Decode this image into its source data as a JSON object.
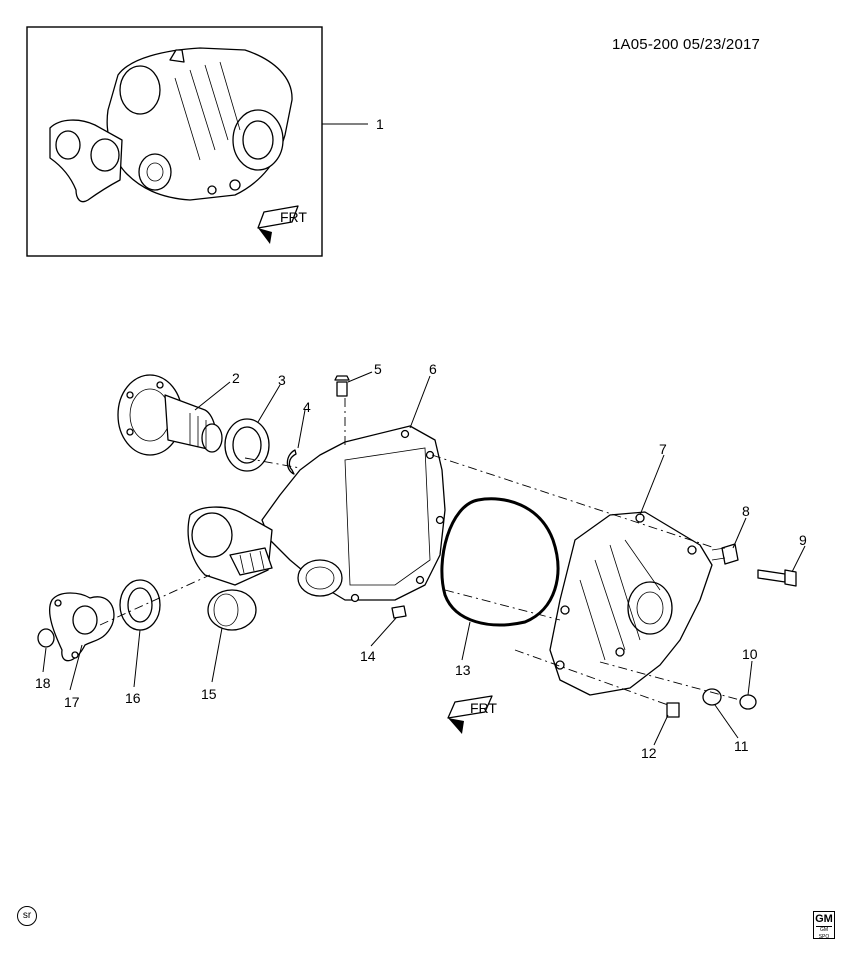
{
  "header": {
    "ref": "1A05-200  05/23/2017"
  },
  "inset": {
    "frt_label": "FRT",
    "callout": "1"
  },
  "frt_label": "FRT",
  "callouts": [
    "2",
    "3",
    "4",
    "5",
    "6",
    "7",
    "8",
    "9",
    "10",
    "11",
    "12",
    "13",
    "14",
    "15",
    "16",
    "17",
    "18"
  ],
  "footer": {
    "sr_badge": "sr",
    "gm_logo": "GM",
    "gm_sub": "GM SPO"
  }
}
